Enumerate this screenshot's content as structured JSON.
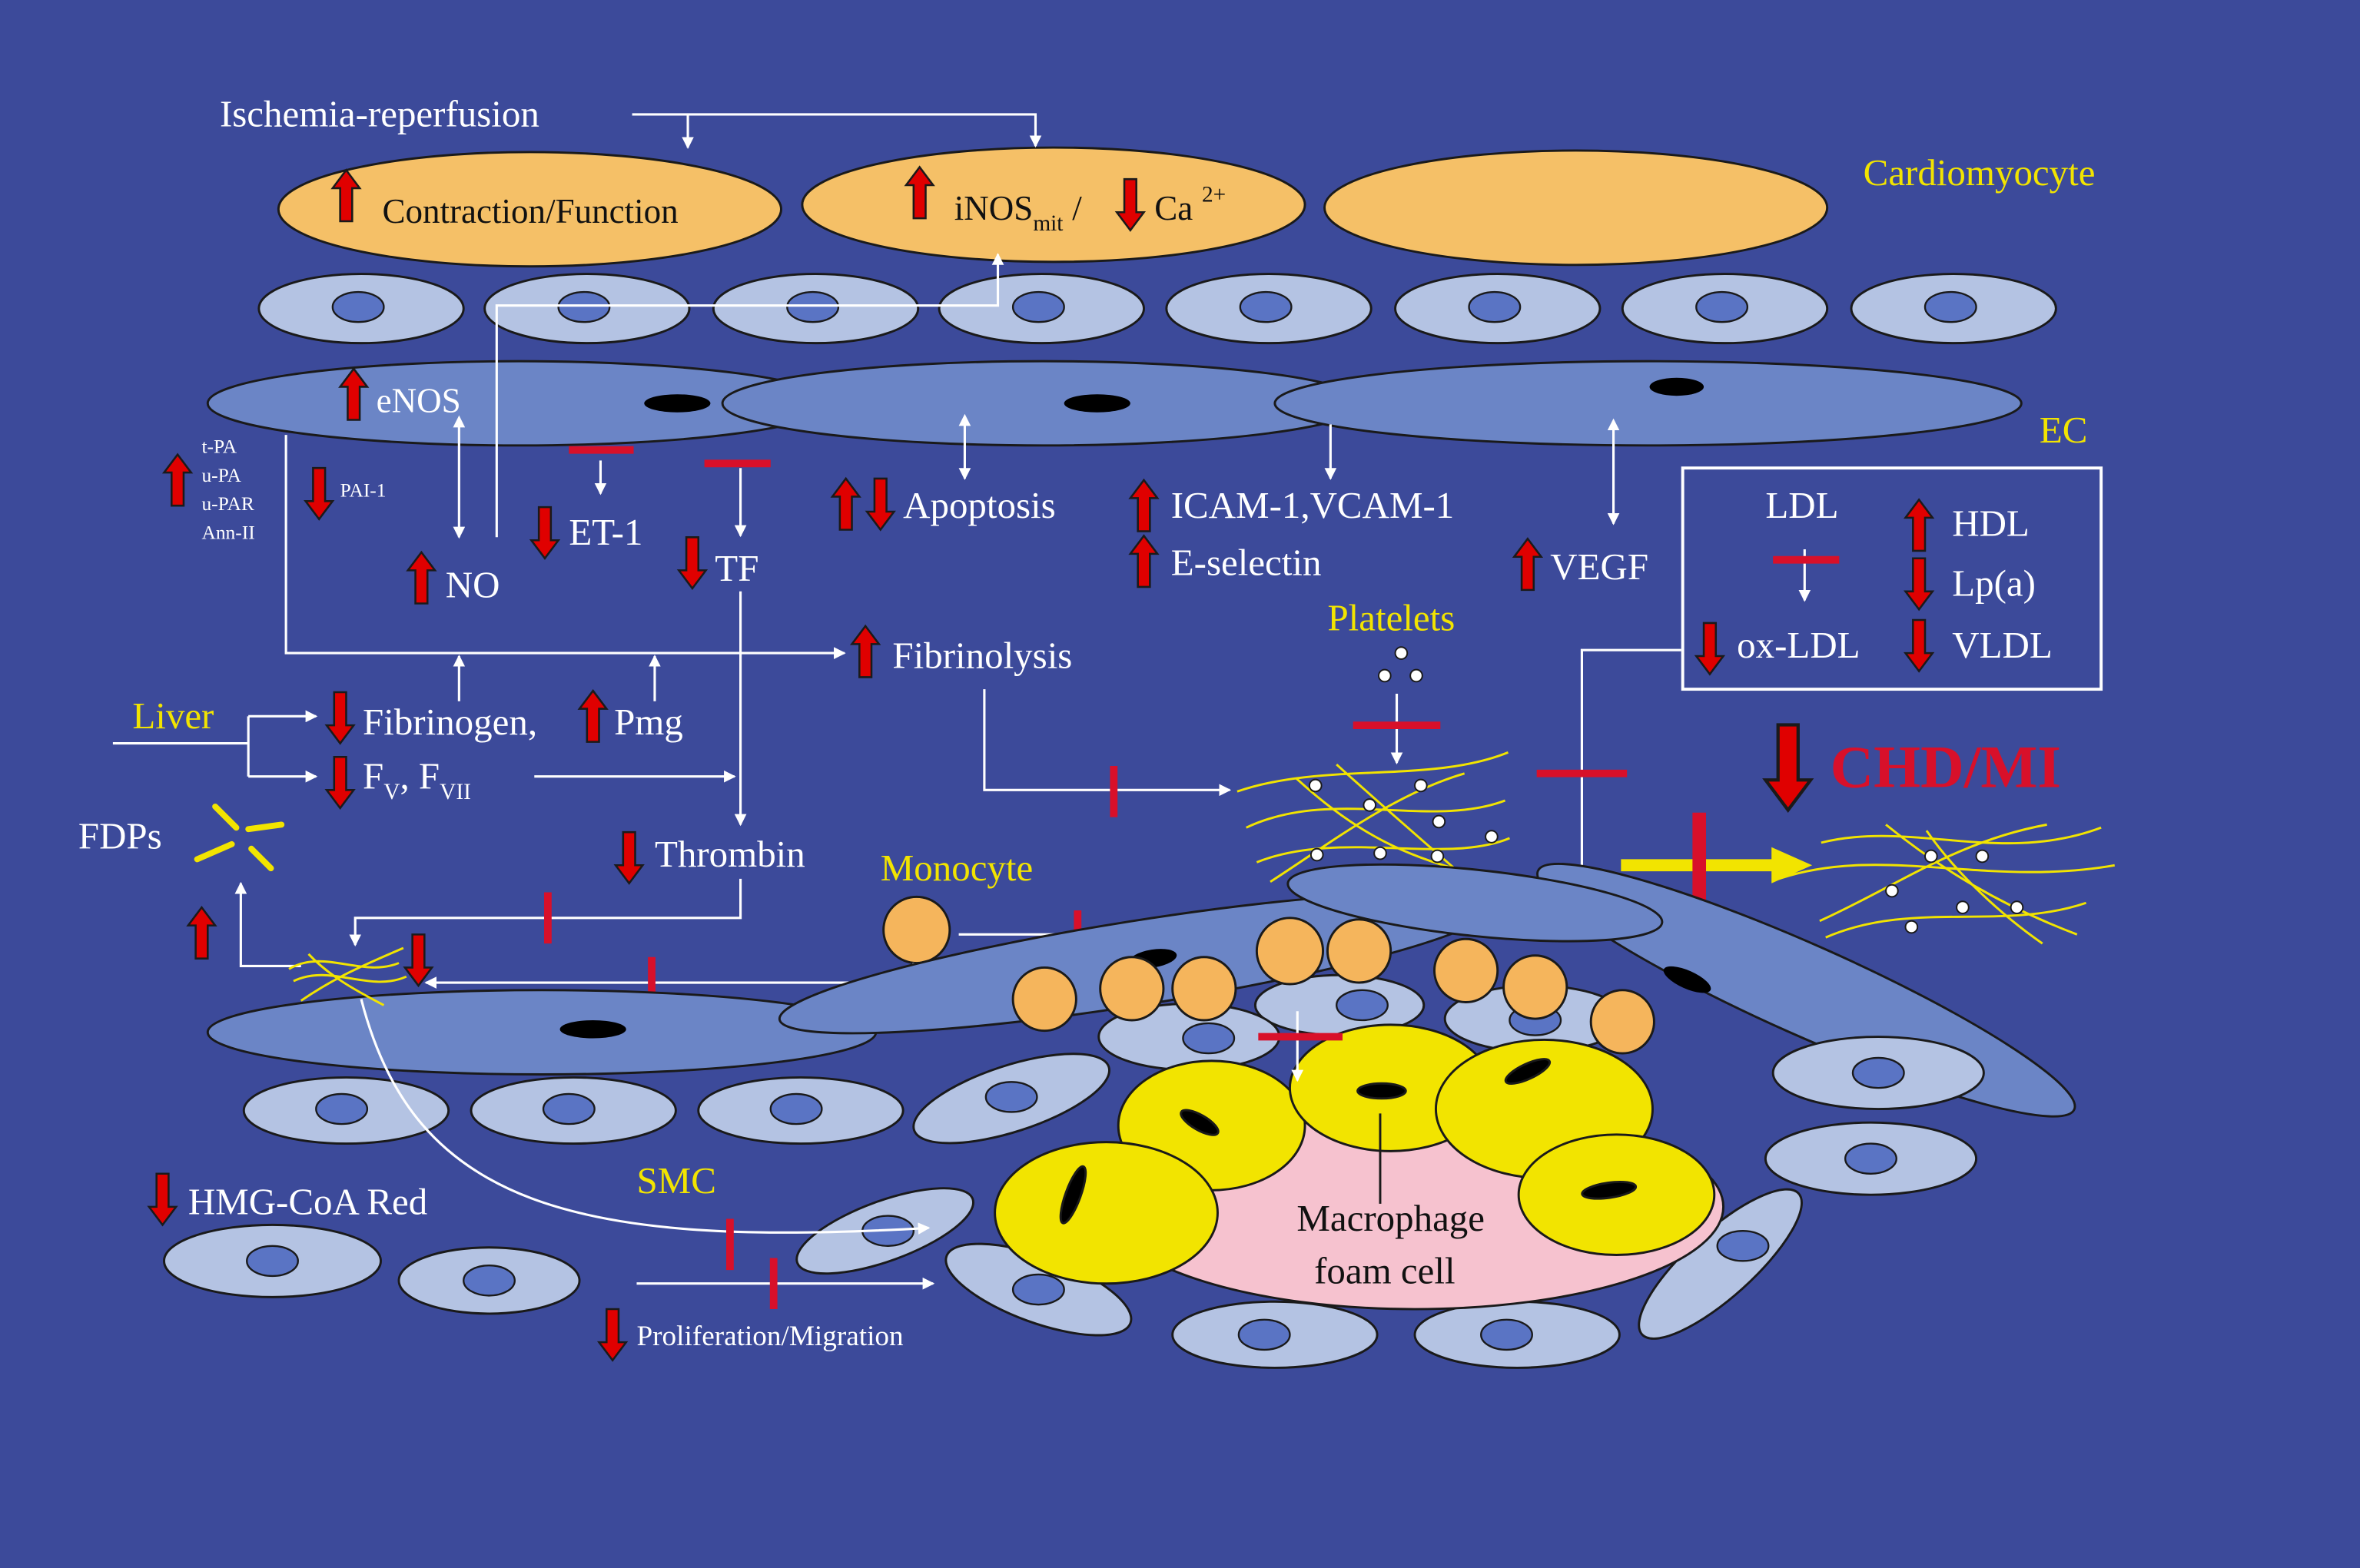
{
  "colors": {
    "background": "#3c4a9a",
    "cardiomyocyte": "#f5c067",
    "cell_light": "#b4c3e3",
    "nucleus": "#5a74c4",
    "endothelial": "#6b85c6",
    "foam_cell": "#f2e400",
    "foam_base": "#f6c2cf",
    "monocyte": "#f5b55c",
    "arrow_up_down": "#e00000",
    "inhibit": "#d8102a",
    "yellow_label": "#f2e400",
    "chd_label": "#d8102a"
  },
  "labels": {
    "ischemia": "Ischemia-reperfusion",
    "contraction": "Contraction/Function",
    "inos": "iNOS",
    "inos_sub": "mit",
    "inos_slash": "/",
    "ca": "Ca",
    "ca_sup": "2+",
    "cardiomyocyte": "Cardiomyocyte",
    "enos": "eNOS",
    "ec": "EC",
    "tpa": "t-PA",
    "upa": "u-PA",
    "upar": "u-PAR",
    "ann": "Ann-II",
    "pai": "PAI-1",
    "no": "NO",
    "et1": "ET-1",
    "tf": "TF",
    "apoptosis": "Apoptosis",
    "icam": "ICAM-1,VCAM-1",
    "eselectin": "E-selectin",
    "vegf": "VEGF",
    "fibrinolysis": "Fibrinolysis",
    "liver": "Liver",
    "fibrinogen": "Fibrinogen,",
    "pmg": "Pmg",
    "f": "F",
    "fv_sub": "V",
    "comma_f": ", F",
    "fvii_sub": "VII",
    "fdps": "FDPs",
    "thrombin": "Thrombin",
    "monocyte": "Monocyte",
    "platelets": "Platelets",
    "chd": "CHD/MI",
    "smc": "SMC",
    "hmg": "HMG-CoA Red",
    "prolif": "Proliferation/Migration",
    "macrophage_1": "Macrophage",
    "macrophage_2": "foam cell"
  },
  "lipid_box": {
    "ldl": "LDL",
    "oxldl": "ox-LDL",
    "hdl": "HDL",
    "lpa": "Lp(a)",
    "vldl": "VLDL"
  }
}
